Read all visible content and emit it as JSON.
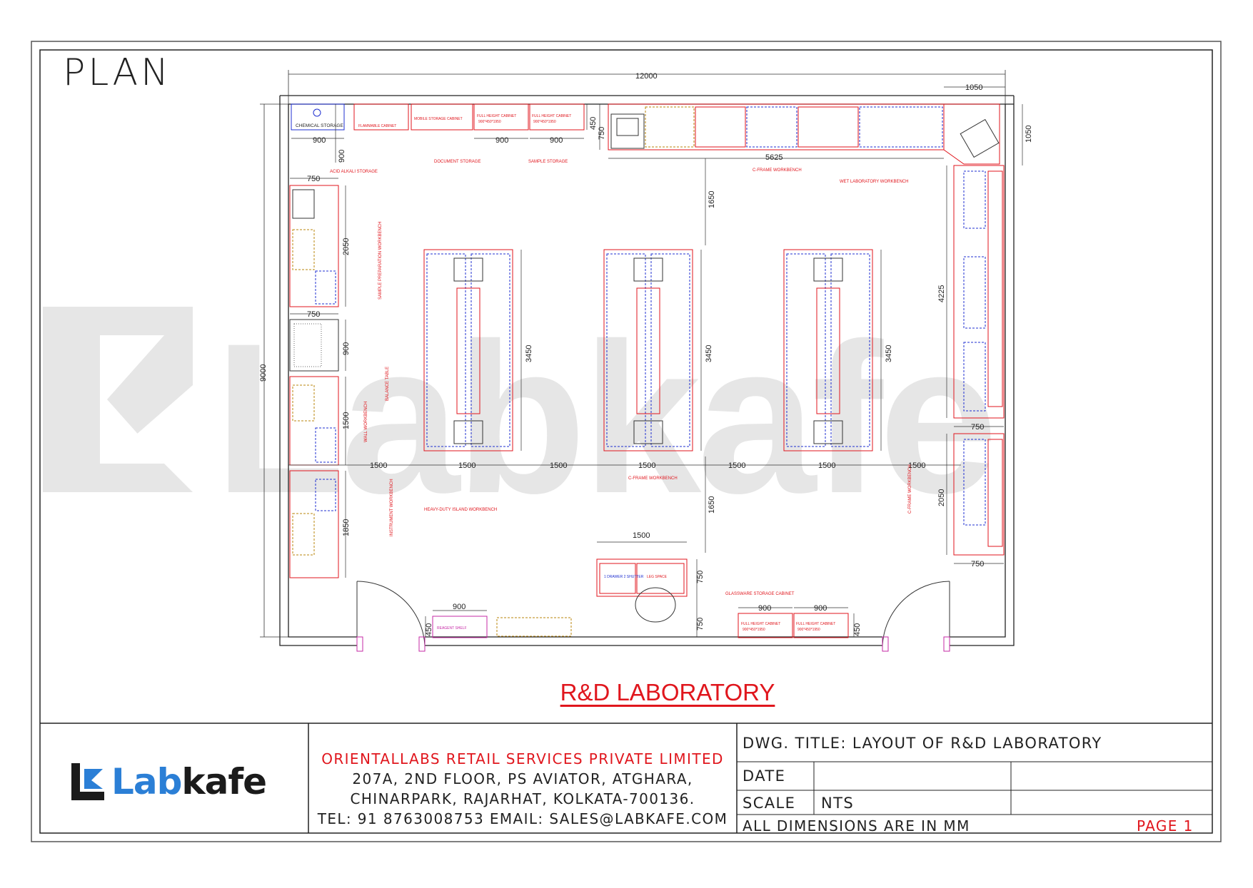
{
  "drawing": {
    "view_label": "PLAN",
    "title": "R&D LABORATORY",
    "watermark": "Labkafe",
    "overall_dims": {
      "width": "12000",
      "height": "9000"
    },
    "dims": {
      "top_right_seg": "1050",
      "right_seg": "1050",
      "top_run": "5625",
      "to_island_top": "1650",
      "to_island_bottom": "1650",
      "island_len": "3450",
      "island_w": "1500",
      "gap": "1500",
      "left_w": "750",
      "left_bench_1": "2050",
      "left_table": "900",
      "left_bench_2": "1500",
      "left_bench_3": "1850",
      "right_bench_1": "4225",
      "right_bench_2": "2050",
      "small_450": "450",
      "cab_900": "900",
      "desk_750": "750"
    },
    "labels": {
      "chemical_storage": "CHEMICAL STORAGE",
      "flammable_cabinet": "FLAMMABLE CABINET",
      "mobile_storage": "MOBILE STORAGE CABINET",
      "full_height_cabinet": "FULL HEIGHT CABINET",
      "cabinet_size": "900*450*1950",
      "document_storage": "DOCUMENT STORAGE",
      "sample_storage": "SAMPLE STORAGE",
      "acid_alkali_storage": "ACID ALKALI STORAGE",
      "c_frame_top": "C-FRAME WORKBENCH",
      "wet_lab_workbench": "WET LABORATORY WORKBENCH",
      "sample_prep_workbench": "SAMPLE PREPARATION WORKBENCH",
      "balance_table": "BALANCE TABLE",
      "wall_workbench": "WALL WORKBENCH",
      "heavy_duty_island": "HEAVY-DUTY ISLAND WORKBENCH",
      "instrument_workbench": "INSTRUMENT WORKBENCH",
      "glassware_storage": "GLASSWARE STORAGE CABINET",
      "instrument_table": "INSTRUMENT WORKBENCH",
      "leg_space": "LEG SPACE",
      "drawer_shutter": "1 DRAWER 2 SHUTTER",
      "reagent_shelf": "REAGENT SHELF"
    }
  },
  "title_block": {
    "company": "ORIENTALLABS RETAIL SERVICES PRIVATE LIMITED",
    "address_1": "207A, 2ND FLOOR, PS AVIATOR, ATGHARA,",
    "address_2": "CHINARPARK, RAJARHAT, KOLKATA-700136.",
    "contact": "TEL:  91 8763008753  EMAIL:  SALES@LABKAFE.COM",
    "dwg_title": "DWG. TITLE: LAYOUT OF R&D LABORATORY",
    "date_label": "DATE",
    "scale_label": "SCALE",
    "scale_value": "NTS",
    "units_note": "ALL DIMENSIONS ARE IN MM",
    "page": "PAGE  1",
    "logo_text_1": "Lab",
    "logo_text_2": "kafe"
  },
  "colors": {
    "red": "#e0161d",
    "blue": "#1f2fd0",
    "magenta": "#c62aa6",
    "olive": "#b8860b",
    "watermark": "#e6e6e6"
  }
}
